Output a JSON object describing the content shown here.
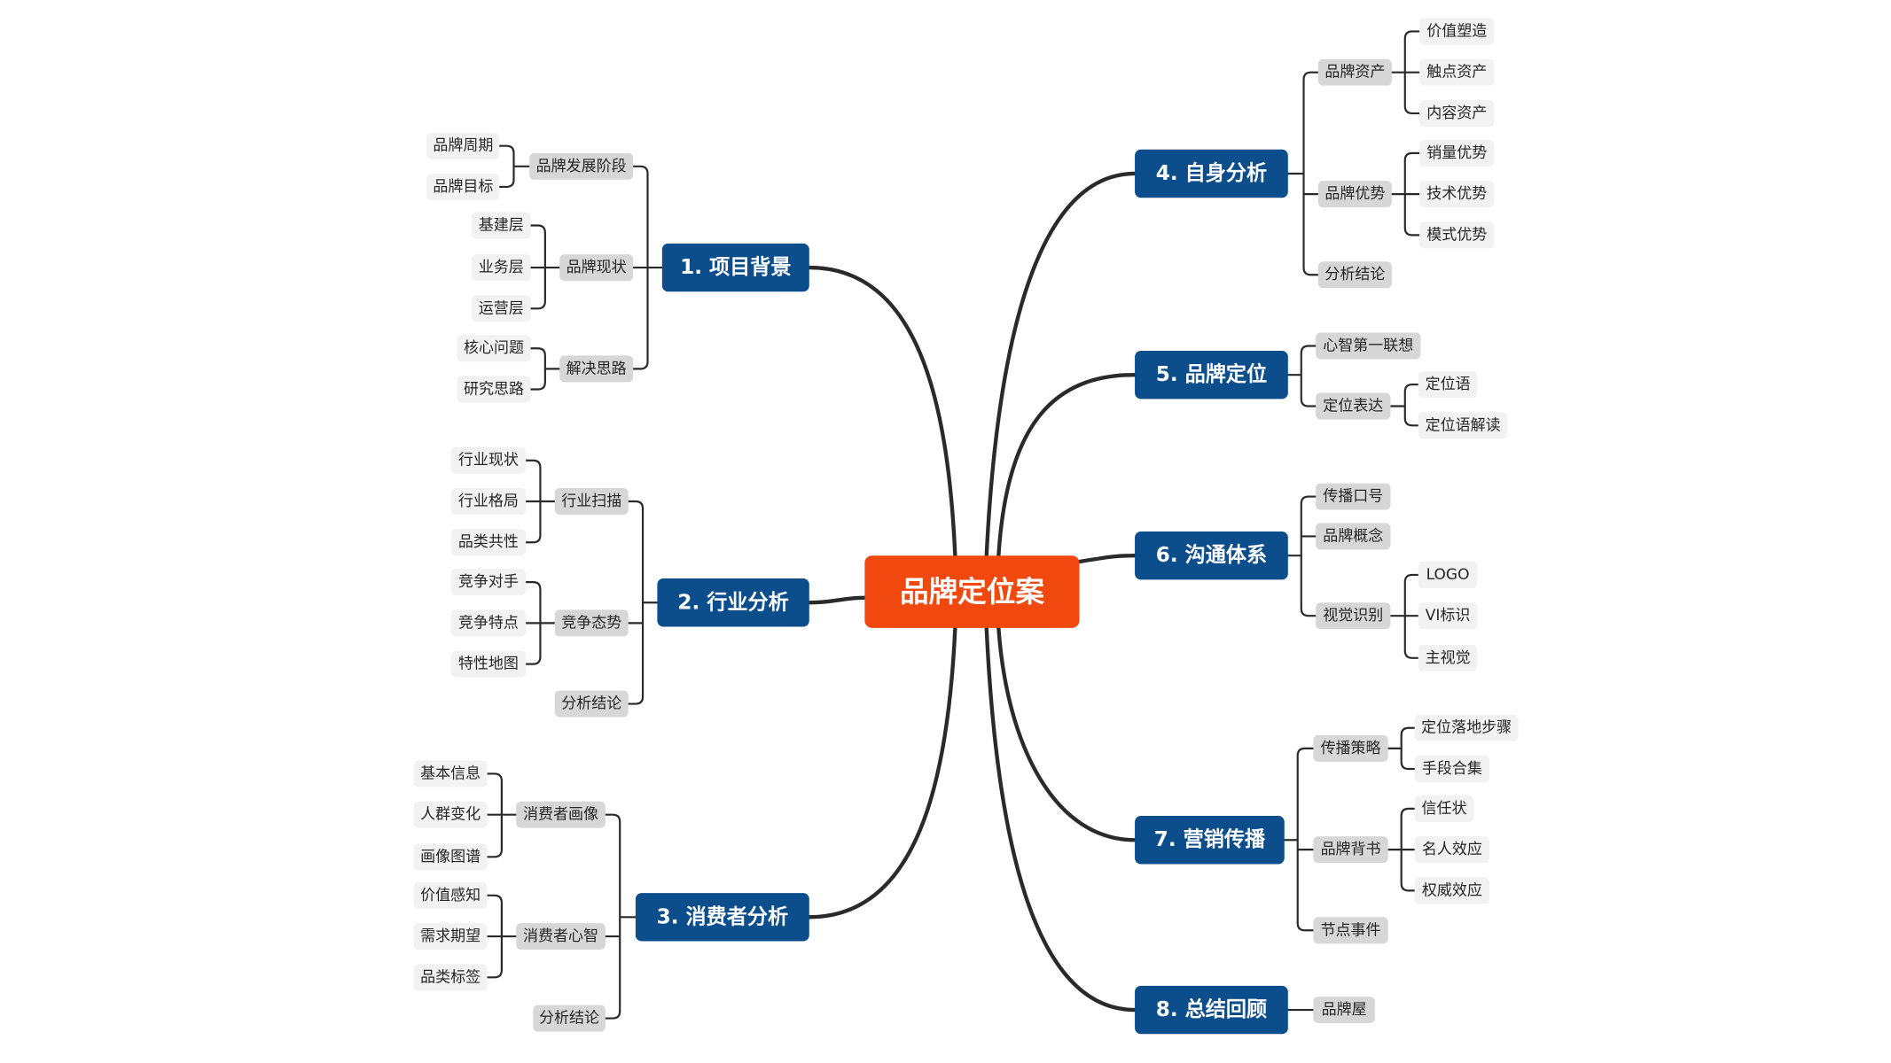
{
  "central_topic": "品牌定位案",
  "colors": {
    "central": "#f1480f",
    "main_topic": "#0c4e8c",
    "subtopic": "#d7d7d7",
    "leaf": "#f2f2f2",
    "line": "#2a2a2a"
  },
  "branches": [
    {
      "label": "1. 项目背景",
      "children": [
        {
          "label": "品牌发展阶段",
          "children": [
            "品牌周期",
            "品牌目标"
          ]
        },
        {
          "label": "品牌现状",
          "children": [
            "基建层",
            "业务层",
            "运营层"
          ]
        },
        {
          "label": "解决思路",
          "children": [
            "核心问题",
            "研究思路"
          ]
        }
      ]
    },
    {
      "label": "2. 行业分析",
      "children": [
        {
          "label": "行业扫描",
          "children": [
            "行业现状",
            "行业格局",
            "品类共性"
          ]
        },
        {
          "label": "竞争态势",
          "children": [
            "竞争对手",
            "竞争特点",
            "特性地图"
          ]
        },
        {
          "label": "分析结论",
          "children": []
        }
      ]
    },
    {
      "label": "3. 消费者分析",
      "children": [
        {
          "label": "消费者画像",
          "children": [
            "基本信息",
            "人群变化",
            "画像图谱"
          ]
        },
        {
          "label": "消费者心智",
          "children": [
            "价值感知",
            "需求期望",
            "品类标签"
          ]
        },
        {
          "label": "分析结论",
          "children": []
        }
      ]
    },
    {
      "label": "4. 自身分析",
      "children": [
        {
          "label": "品牌资产",
          "children": [
            "价值塑造",
            "触点资产",
            "内容资产"
          ]
        },
        {
          "label": "品牌优势",
          "children": [
            "销量优势",
            "技术优势",
            "模式优势"
          ]
        },
        {
          "label": "分析结论",
          "children": []
        }
      ]
    },
    {
      "label": "5. 品牌定位",
      "children": [
        {
          "label": "心智第一联想",
          "children": []
        },
        {
          "label": "定位表达",
          "children": [
            "定位语",
            "定位语解读"
          ]
        }
      ]
    },
    {
      "label": "6. 沟通体系",
      "children": [
        {
          "label": "传播口号",
          "children": []
        },
        {
          "label": "品牌概念",
          "children": []
        },
        {
          "label": "视觉识别",
          "children": [
            "LOGO",
            "VI标识",
            "主视觉"
          ]
        }
      ]
    },
    {
      "label": "7. 营销传播",
      "children": [
        {
          "label": "传播策略",
          "children": [
            "定位落地步骤",
            "手段合集"
          ]
        },
        {
          "label": "品牌背书",
          "children": [
            "信任状",
            "名人效应",
            "权威效应"
          ]
        },
        {
          "label": "节点事件",
          "children": []
        }
      ]
    },
    {
      "label": "8. 总结回顾",
      "children": [
        {
          "label": "品牌屋",
          "children": []
        }
      ]
    }
  ]
}
